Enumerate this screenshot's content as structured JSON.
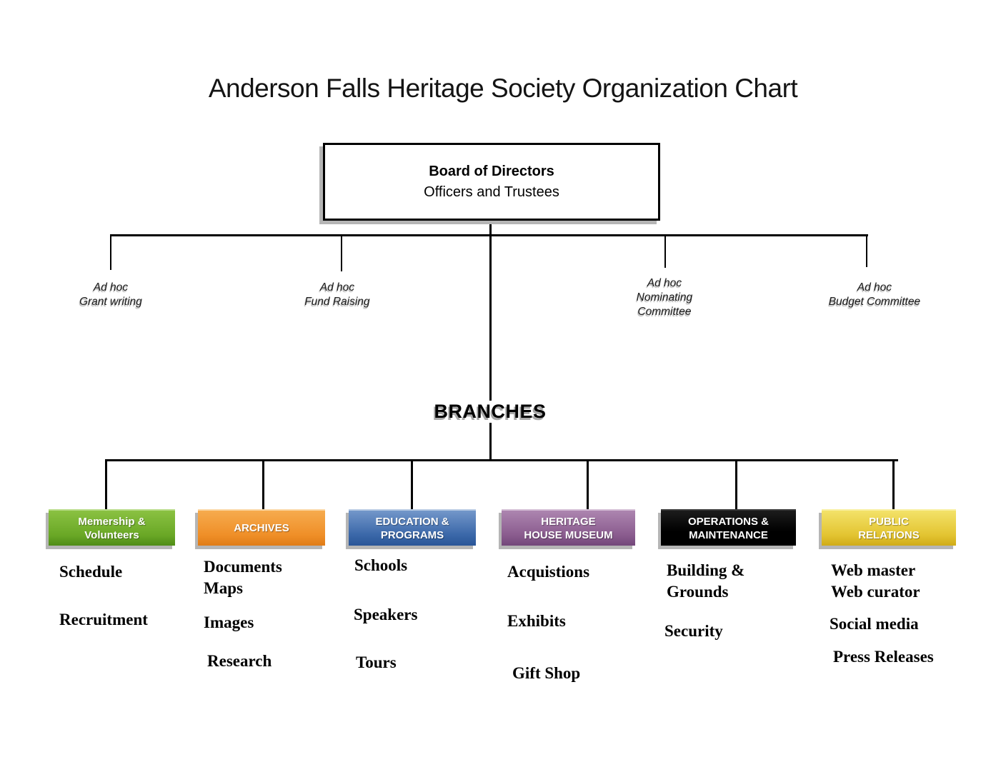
{
  "title": "Anderson Falls Heritage Society Organization Chart",
  "board": {
    "title": "Board of Directors",
    "subtitle": "Officers and Trustees"
  },
  "committees": [
    {
      "label": "Ad hoc\nGrant writing"
    },
    {
      "label": "Ad hoc\nFund Raising"
    },
    {
      "label": "Ad hoc\nNominating\nCommittee"
    },
    {
      "label": "Ad hoc\nBudget Committee"
    }
  ],
  "branches_label": "BRANCHES",
  "branches": [
    {
      "title": "Memership &\nVolunteers",
      "color": "#6aa826",
      "items": [
        "Schedule",
        "Recruitment"
      ]
    },
    {
      "title": "ARCHIVES",
      "color": "#ef8f28",
      "items": [
        "Documents\nMaps",
        "Images",
        "Research"
      ]
    },
    {
      "title": "EDUCATION &\nPROGRAMS",
      "color": "#3a67a8",
      "items": [
        "Schools",
        "Speakers",
        "Tours"
      ]
    },
    {
      "title": "HERITAGE\nHOUSE MUSEUM",
      "color": "#8a5c8e",
      "items": [
        "Acquistions",
        "Exhibits",
        "Gift Shop"
      ]
    },
    {
      "title": "OPERATIONS &\nMAINTENANCE",
      "color": "#000000",
      "items": [
        "Building &\nGrounds",
        "Security"
      ]
    },
    {
      "title": "PUBLIC\nRELATIONS",
      "color": "#d8b71f",
      "items": [
        "Web master\nWeb curator",
        "Social media",
        "Press Releases"
      ]
    }
  ]
}
